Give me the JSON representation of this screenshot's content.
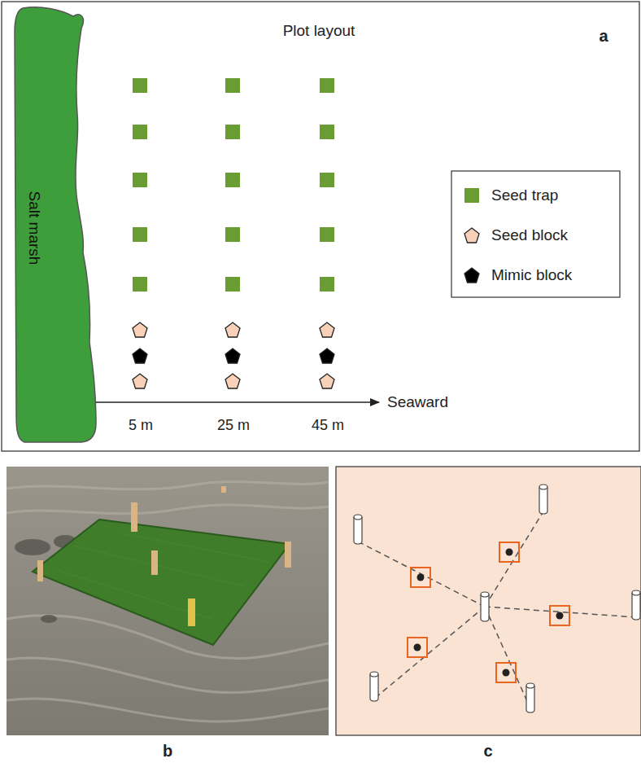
{
  "diagram": {
    "nodes": [
      {
        "text": [
          "Salt marsh"
        ]
      }
    ],
    "labels": [
      "Plot layout",
      "a",
      "5 m",
      "25 m",
      "45 m",
      "Seaward",
      "b",
      "c"
    ],
    "legend": [
      {
        "text": "Seed trap",
        "color": "#6a9c34"
      },
      {
        "text": "Seed block"
      },
      {
        "text": "Mimic block"
      }
    ]
  }
}
